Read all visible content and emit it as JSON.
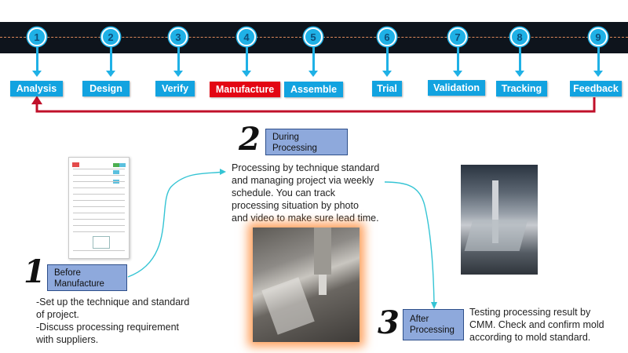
{
  "process": {
    "steps": [
      {
        "num": "1",
        "label": "Analysis"
      },
      {
        "num": "2",
        "label": "Design"
      },
      {
        "num": "3",
        "label": "Verify"
      },
      {
        "num": "4",
        "label": "Manufacture"
      },
      {
        "num": "5",
        "label": "Assemble"
      },
      {
        "num": "6",
        "label": "Trial"
      },
      {
        "num": "7",
        "label": "Validation"
      },
      {
        "num": "8",
        "label": "Tracking"
      },
      {
        "num": "9",
        "label": "Feedback"
      }
    ],
    "active_step": "Manufacture",
    "colors": {
      "step": "#12a3e0",
      "active": "#e30613",
      "feedback_arrow": "#c0102a",
      "road": "#0e141c"
    }
  },
  "phases": {
    "before": {
      "num": "1",
      "title_line1": "Before",
      "title_line2": "Manufacture",
      "desc": [
        "-Set up the technique and standard",
        "of project.",
        "-Discuss processing requirement",
        "with suppliers."
      ]
    },
    "during": {
      "num": "2",
      "title_line1": "During",
      "title_line2": "Processing",
      "desc": [
        "Processing by technique standard",
        "and managing project via weekly",
        "schedule. You can track",
        "processing situation by photo",
        "and video to make sure lead time."
      ]
    },
    "after": {
      "num": "3",
      "title_line1": "After",
      "title_line2": "Processing",
      "desc": [
        "Testing processing result by",
        "CMM. Check and confirm mold",
        "according to mold standard."
      ]
    }
  },
  "connector_color": "#34c4d4"
}
